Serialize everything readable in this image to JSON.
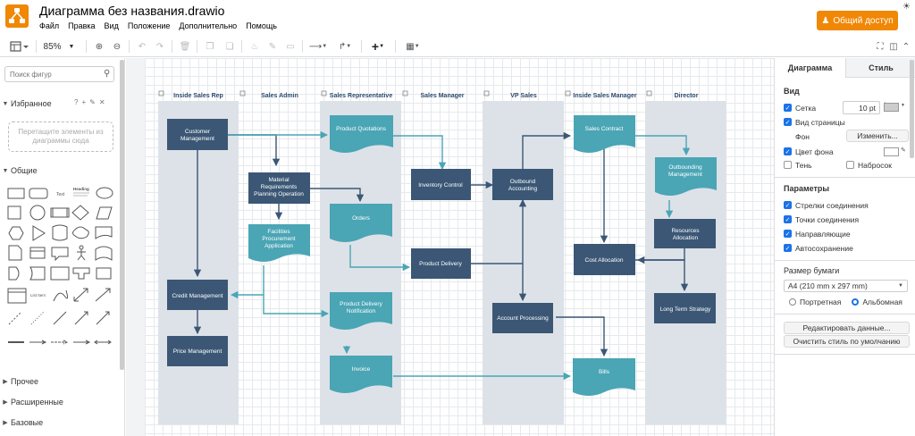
{
  "header": {
    "title": "Диаграмма без названия.drawio",
    "menu": [
      "Файл",
      "Правка",
      "Вид",
      "Положение",
      "Дополнительно",
      "Помощь"
    ],
    "share_label": "Общий доступ",
    "brand_color": "#f08705"
  },
  "toolbar": {
    "zoom": "85%"
  },
  "left_panel": {
    "search_placeholder": "Поиск фигур",
    "favorites_label": "Избранное",
    "dropzone_text": "Перетащите элементы из диаграммы сюда",
    "general_label": "Общие",
    "shape_text_label": "Text",
    "shape_heading_label": "Heading",
    "shape_list_label": "List Item",
    "sections": [
      "Прочее",
      "Расширенные",
      "Базовые"
    ]
  },
  "diagram": {
    "lanes": [
      "Inside Sales Rep",
      "Sales Admin",
      "Sales Representative",
      "Sales Manager",
      "VP Sales",
      "Inside Sales Manager",
      "Director"
    ],
    "nodes": {
      "customer_management": "Customer Management",
      "material_requirements": "Material Requirements Planning Operation",
      "facilities_procurement": "Facilities Procurement Application",
      "credit_management": "Credit Management",
      "price_management": "Price Management",
      "product_quotations": "Product Quotations",
      "orders": "Orders",
      "product_delivery_notification": "Product Delivery Notification",
      "invoice": "Invoice",
      "inventory_control": "Inventory Control",
      "product_delivery": "Product Delivery",
      "outbound_accounting": "Outbound Accounting",
      "account_processing": "Account Processing",
      "sales_contract": "Sales Contract",
      "cost_allocation": "Cost Allocation",
      "bills": "Bills",
      "outbounding_management": "Outbounding Management",
      "resources_allocation": "Resources Allocation",
      "long_term_strategy": "Long Term Strategy"
    },
    "colors": {
      "process": "#3b5775",
      "document": "#4aa5b5",
      "lane": "#dde2e8",
      "edge_dark": "#3b5775",
      "edge_teal": "#4aa5b5"
    }
  },
  "right_panel": {
    "tabs": [
      "Диаграмма",
      "Стиль"
    ],
    "view_heading": "Вид",
    "grid_label": "Сетка",
    "grid_size": "10 pt",
    "page_view_label": "Вид страницы",
    "background_label": "Фон",
    "change_button": "Изменить...",
    "bg_color_label": "Цвет фона",
    "shadow_label": "Тень",
    "sketch_label": "Набросок",
    "params_heading": "Параметры",
    "params": [
      "Стрелки соединения",
      "Точки соединения",
      "Направляющие",
      "Автосохранение"
    ],
    "paper_heading": "Размер бумаги",
    "paper_size": "A4 (210 mm x 297 mm)",
    "portrait_label": "Портретная",
    "landscape_label": "Альбомная",
    "edit_data_button": "Редактировать данные...",
    "clear_style_button": "Очистить стиль по умолчанию"
  }
}
